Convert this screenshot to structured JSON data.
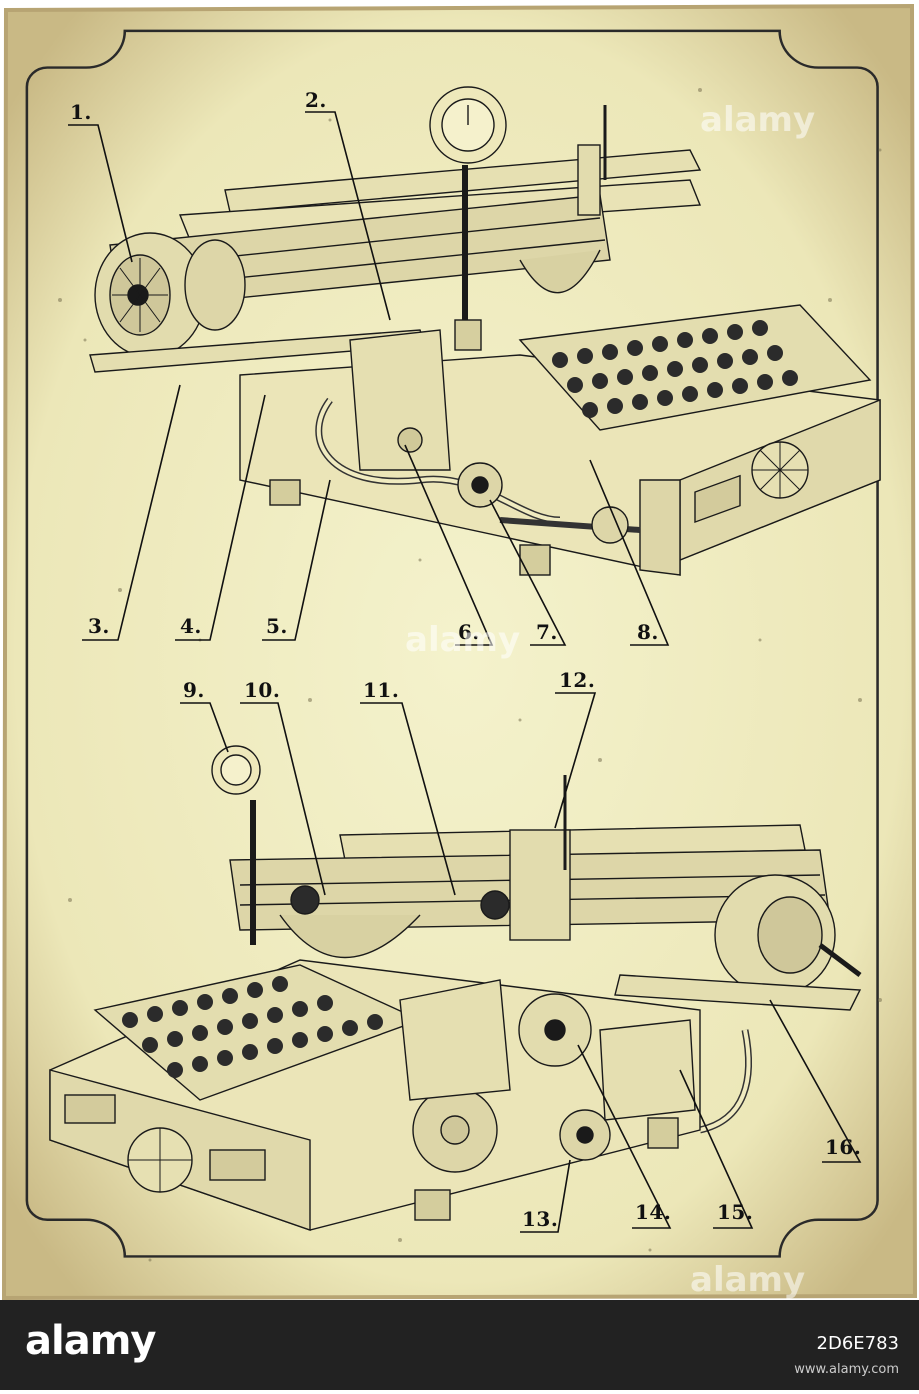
{
  "callouts": [
    "1.",
    "2.",
    "3.",
    "4.",
    "5.",
    "6.",
    "7.",
    "8.",
    "9.",
    "10.",
    "11.",
    "12.",
    "13.",
    "14.",
    "15.",
    "16."
  ],
  "watermark": {
    "logo": "alamy",
    "id": "2D6E783",
    "url": "www.alamy.com"
  },
  "colors": {
    "paper": "#f1eec2",
    "paper_edge": "#b9a776",
    "ink": "#1a1a1a",
    "frame": "#2a2a2a"
  }
}
